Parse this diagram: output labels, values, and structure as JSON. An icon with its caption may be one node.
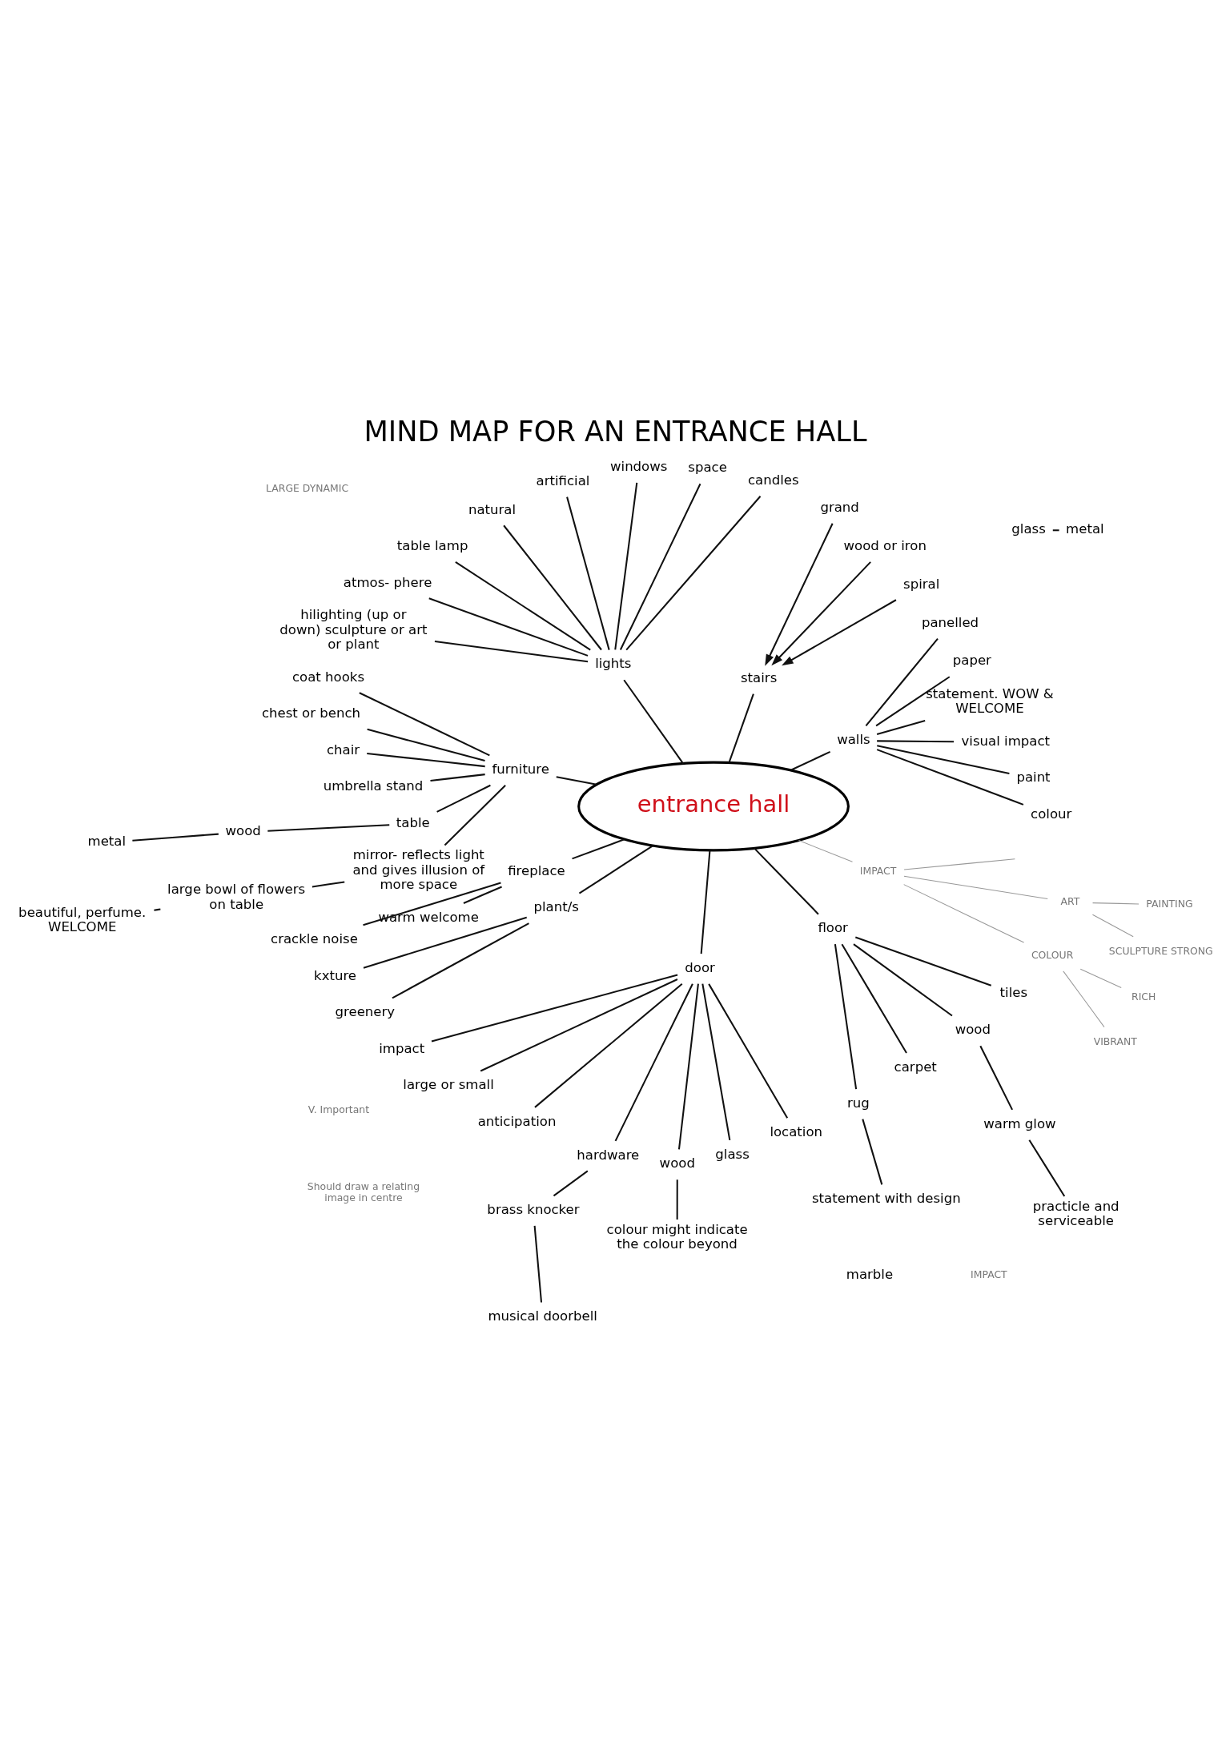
{
  "diagram": {
    "title": "MIND MAP FOR AN ENTRANCE HALL",
    "nodes": [
      {
        "text": [
          "entrance hall"
        ]
      },
      {
        "text": [
          "walls"
        ]
      },
      {
        "text": [
          "colour"
        ]
      },
      {
        "text": [
          "paint"
        ]
      },
      {
        "text": [
          "visual impact"
        ]
      },
      {
        "text": [
          "statement. WOW & WELCOME"
        ]
      },
      {
        "text": [
          "paper"
        ]
      },
      {
        "text": [
          "panelled"
        ]
      },
      {
        "text": [
          "stairs"
        ]
      },
      {
        "text": [
          "spiral"
        ]
      },
      {
        "text": [
          "wood or iron"
        ]
      },
      {
        "text": [
          "grand"
        ]
      },
      {
        "text": [
          "lights"
        ]
      },
      {
        "text": [
          "candles"
        ]
      },
      {
        "text": [
          "space"
        ]
      },
      {
        "text": [
          "windows"
        ]
      },
      {
        "text": [
          "artificial"
        ]
      },
      {
        "text": [
          "natural"
        ]
      },
      {
        "text": [
          "table lamp"
        ]
      },
      {
        "text": [
          "atmos- phere"
        ]
      },
      {
        "text": [
          "hilighting (up or down) sculpture or art or plant"
        ]
      },
      {
        "text": [
          "furniture"
        ]
      },
      {
        "text": [
          "coat hooks"
        ]
      },
      {
        "text": [
          "chest or bench"
        ]
      },
      {
        "text": [
          "chair"
        ]
      },
      {
        "text": [
          "umbrella stand"
        ]
      },
      {
        "text": [
          "table"
        ]
      },
      {
        "text": [
          "wood"
        ]
      },
      {
        "text": [
          "metal"
        ]
      },
      {
        "text": [
          "marble"
        ]
      },
      {
        "text": [
          "metal"
        ]
      },
      {
        "text": [
          "glass"
        ]
      },
      {
        "text": [
          "mirror- reflects light and gives illusion of more space"
        ]
      },
      {
        "text": [
          "large bowl of flowers on table"
        ]
      },
      {
        "text": [
          "beautiful, perfume.",
          "WELCOME"
        ]
      },
      {
        "text": [
          "fireplace"
        ]
      },
      {
        "text": [
          "warm welcome"
        ]
      },
      {
        "text": [
          "crackle noise"
        ]
      },
      {
        "text": [
          "plant/s"
        ]
      },
      {
        "text": [
          "kxture"
        ]
      },
      {
        "text": [
          "greenery"
        ]
      },
      {
        "text": [
          "door"
        ]
      },
      {
        "text": [
          "impact"
        ]
      },
      {
        "text": [
          "large or small"
        ]
      },
      {
        "text": [
          "anticipation"
        ]
      },
      {
        "text": [
          "hardware"
        ]
      },
      {
        "text": [
          "wood"
        ]
      },
      {
        "text": [
          "glass"
        ]
      },
      {
        "text": [
          "location"
        ]
      },
      {
        "text": [
          "colour might indicate the colour beyond"
        ]
      },
      {
        "text": [
          "brass knocker"
        ]
      },
      {
        "text": [
          "musical doorbell"
        ]
      },
      {
        "text": [
          "floor"
        ]
      },
      {
        "text": [
          "rug"
        ]
      },
      {
        "text": [
          "carpet"
        ]
      },
      {
        "text": [
          "wood"
        ]
      },
      {
        "text": [
          "tiles"
        ]
      },
      {
        "text": [
          "statement with design"
        ]
      },
      {
        "text": [
          "warm glow"
        ]
      },
      {
        "text": [
          "practicle and serviceable"
        ]
      },
      {
        "text": [
          "IMPACT"
        ]
      },
      {
        "text": [
          "COLOUR"
        ]
      },
      {
        "text": [
          "ART"
        ]
      },
      {
        "text": [
          "VIBRANT"
        ]
      },
      {
        "text": [
          "RICH"
        ]
      },
      {
        "text": [
          "SCULPTURE STRONG"
        ]
      },
      {
        "text": [
          "PAINTING"
        ]
      }
    ],
    "edges": [
      {
        "from": 0,
        "to": 1,
        "arrow": "none"
      },
      {
        "from": 1,
        "to": 2,
        "arrow": "none"
      },
      {
        "from": 1,
        "to": 3,
        "arrow": "none"
      },
      {
        "from": 1,
        "to": 5,
        "arrow": "none"
      },
      {
        "from": 1,
        "to": 4,
        "arrow": "none"
      },
      {
        "from": 1,
        "to": 6,
        "arrow": "none"
      },
      {
        "from": 1,
        "to": 7,
        "arrow": "none"
      },
      {
        "from": 0,
        "to": 8,
        "arrow": "none"
      },
      {
        "from": 9,
        "to": 8,
        "arrow": "to"
      },
      {
        "from": 10,
        "to": 8,
        "arrow": "to"
      },
      {
        "from": 11,
        "to": 8,
        "arrow": "to"
      },
      {
        "from": 0,
        "to": 12,
        "arrow": "none"
      },
      {
        "from": 12,
        "to": 13,
        "arrow": "none"
      },
      {
        "from": 12,
        "to": 14,
        "arrow": "none"
      },
      {
        "from": 12,
        "to": 15,
        "arrow": "none"
      },
      {
        "from": 12,
        "to": 16,
        "arrow": "none"
      },
      {
        "from": 12,
        "to": 17,
        "arrow": "none"
      },
      {
        "from": 12,
        "to": 18,
        "arrow": "none"
      },
      {
        "from": 12,
        "to": 19,
        "arrow": "none"
      },
      {
        "from": 12,
        "to": 20,
        "arrow": "none"
      },
      {
        "from": 0,
        "to": 21,
        "arrow": "none"
      },
      {
        "from": 21,
        "to": 22,
        "arrow": "none"
      },
      {
        "from": 21,
        "to": 23,
        "arrow": "none"
      },
      {
        "from": 21,
        "to": 24,
        "arrow": "none"
      },
      {
        "from": 21,
        "to": 25,
        "arrow": "none"
      },
      {
        "from": 21,
        "to": 26,
        "arrow": "none"
      },
      {
        "from": 21,
        "to": 32,
        "arrow": "none"
      },
      {
        "from": 26,
        "to": 27,
        "arrow": "none"
      },
      {
        "from": 27,
        "to": 28,
        "arrow": "none"
      },
      {
        "from": 30,
        "to": 31,
        "arrow": "none"
      },
      {
        "from": 32,
        "to": 33,
        "arrow": "none"
      },
      {
        "from": 33,
        "to": 34,
        "arrow": "none"
      },
      {
        "from": 0,
        "to": 35,
        "arrow": "none"
      },
      {
        "from": 35,
        "to": 36,
        "arrow": "none"
      },
      {
        "from": 35,
        "to": 37,
        "arrow": "none"
      },
      {
        "from": 0,
        "to": 38,
        "arrow": "none"
      },
      {
        "from": 38,
        "to": 39,
        "arrow": "none"
      },
      {
        "from": 38,
        "to": 40,
        "arrow": "none"
      },
      {
        "from": 0,
        "to": 41,
        "arrow": "none"
      },
      {
        "from": 41,
        "to": 42,
        "arrow": "none"
      },
      {
        "from": 41,
        "to": 43,
        "arrow": "none"
      },
      {
        "from": 41,
        "to": 44,
        "arrow": "none"
      },
      {
        "from": 41,
        "to": 45,
        "arrow": "none"
      },
      {
        "from": 41,
        "to": 46,
        "arrow": "none"
      },
      {
        "from": 41,
        "to": 47,
        "arrow": "none"
      },
      {
        "from": 41,
        "to": 48,
        "arrow": "none"
      },
      {
        "from": 46,
        "to": 49,
        "arrow": "none"
      },
      {
        "from": 45,
        "to": 50,
        "arrow": "none"
      },
      {
        "from": 50,
        "to": 51,
        "arrow": "none"
      },
      {
        "from": 0,
        "to": 52,
        "arrow": "none"
      },
      {
        "from": 52,
        "to": 53,
        "arrow": "none"
      },
      {
        "from": 52,
        "to": 54,
        "arrow": "none"
      },
      {
        "from": 52,
        "to": 55,
        "arrow": "none"
      },
      {
        "from": 52,
        "to": 56,
        "arrow": "none"
      },
      {
        "from": 53,
        "to": 57,
        "arrow": "none"
      },
      {
        "from": 55,
        "to": 58,
        "arrow": "none"
      },
      {
        "from": 58,
        "to": 59,
        "arrow": "none"
      },
      {
        "from": 0,
        "to": 60,
        "arrow": "none",
        "color": "#999999"
      },
      {
        "from": 60,
        "to": 61,
        "arrow": "none",
        "color": "#999999"
      },
      {
        "from": 60,
        "to": 62,
        "arrow": "none",
        "color": "#999999"
      },
      {
        "from": 60,
        "to": null,
        "arrow": "none",
        "color": "#999999"
      },
      {
        "from": 61,
        "to": 63,
        "arrow": "none",
        "color": "#999999"
      },
      {
        "from": 61,
        "to": 64,
        "arrow": "none",
        "color": "#999999"
      },
      {
        "from": 62,
        "to": 65,
        "arrow": "none",
        "color": "#999999"
      },
      {
        "from": 62,
        "to": 66,
        "arrow": "none",
        "color": "#999999"
      }
    ],
    "labels": [
      "Should draw a relating image in centre",
      "IMPACT",
      "V. Important",
      "LARGE DYNAMIC"
    ]
  }
}
